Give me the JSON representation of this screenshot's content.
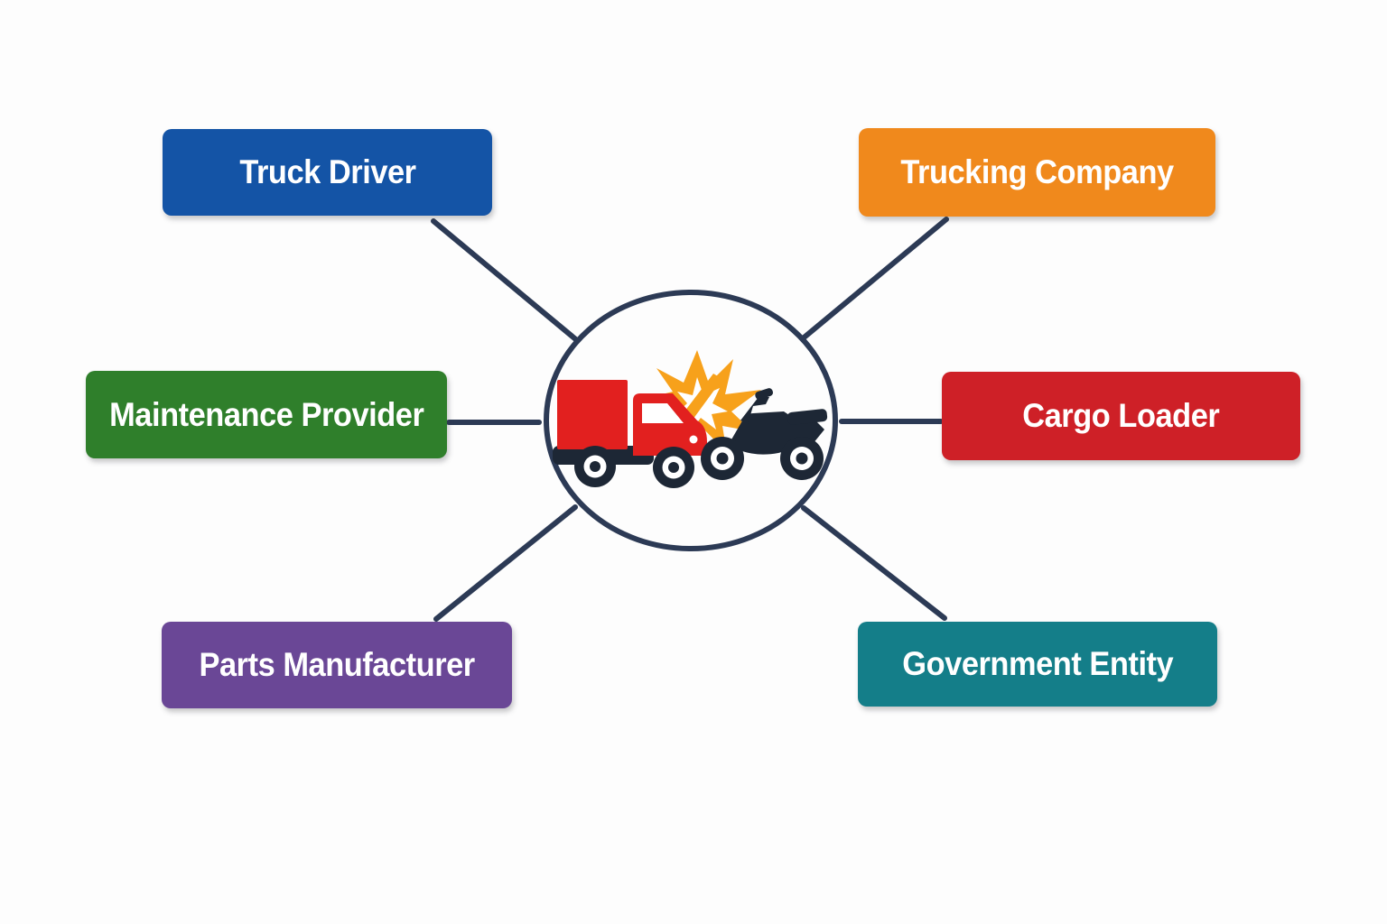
{
  "title": "Truck-Motorcycle Accident Liable Parties Diagram",
  "colors": {
    "background": "#fdfdfd",
    "connector": "#2c3a55",
    "circle_stroke": "#2c3a55",
    "circle_fill": "#fdfdfd",
    "vehicle_dark": "#1d2735",
    "truck_red": "#e2201f",
    "burst_orange": "#f7a11b",
    "burst_white": "#ffffff",
    "label_text": "#ffffff"
  },
  "center": {
    "icon": "truck-motorcycle-crash-icon"
  },
  "nodes": [
    {
      "id": "truck-driver",
      "label": "Truck Driver",
      "color": "#1454a6",
      "position": "top-left"
    },
    {
      "id": "trucking-company",
      "label": "Trucking Company",
      "color": "#f0891c",
      "position": "top-right"
    },
    {
      "id": "maintenance-provider",
      "label": "Maintenance Provider",
      "color": "#2f7f2b",
      "position": "middle-left"
    },
    {
      "id": "cargo-loader",
      "label": "Cargo Loader",
      "color": "#ce2027",
      "position": "middle-right"
    },
    {
      "id": "parts-manufacturer",
      "label": "Parts Manufacturer",
      "color": "#6a4796",
      "position": "bottom-left"
    },
    {
      "id": "government-entity",
      "label": "Government Entity",
      "color": "#147e89",
      "position": "bottom-right"
    }
  ]
}
